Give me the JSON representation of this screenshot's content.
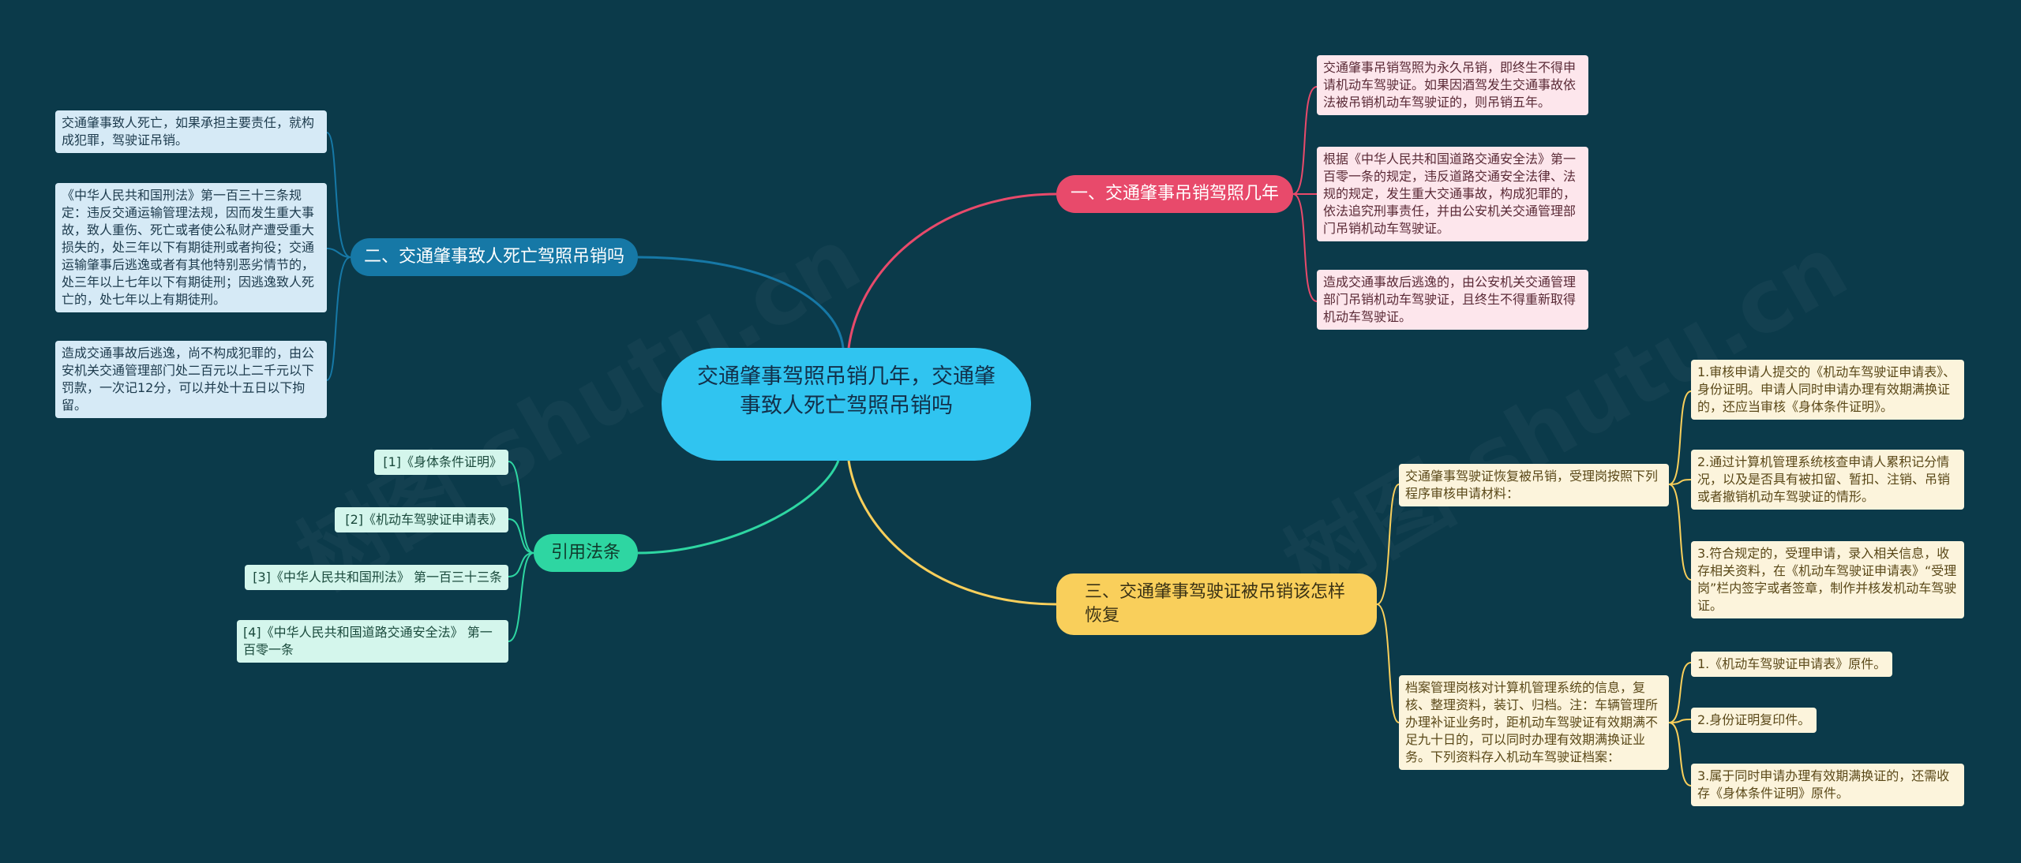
{
  "root": {
    "text": "交通肇事驾照吊销几年，交通肇事致人死亡驾照吊销吗"
  },
  "branches": {
    "b1": {
      "label": "一、交通肇事吊销驾照几年",
      "color": "#e84a6b"
    },
    "b2": {
      "label": "二、交通肇事致人死亡驾照吊销吗",
      "color": "#1678a6"
    },
    "b3": {
      "label": "三、交通肇事驾驶证被吊销该怎样恢复",
      "color": "#f9cf5b"
    },
    "b4": {
      "label": "引用法条",
      "color": "#2ed6a2"
    }
  },
  "b1_leaves": [
    "交通肇事吊销驾照为永久吊销，即终生不得申请机动车驾驶证。如果因酒驾发生交通事故依法被吊销机动车驾驶证的，则吊销五年。",
    "根据《中华人民共和国道路交通安全法》第一百零一条的规定，违反道路交通安全法律、法规的规定，发生重大交通事故，构成犯罪的，依法追究刑事责任，并由公安机关交通管理部门吊销机动车驾驶证。",
    "造成交通事故后逃逸的，由公安机关交通管理部门吊销机动车驾驶证，且终生不得重新取得机动车驾驶证。"
  ],
  "b2_leaves": [
    "交通肇事致人死亡，如果承担主要责任，就构成犯罪，驾驶证吊销。",
    "《中华人民共和国刑法》第一百三十三条规定：违反交通运输管理法规，因而发生重大事故，致人重伤、死亡或者使公私财产遭受重大损失的，处三年以下有期徒刑或者拘役；交通运输肇事后逃逸或者有其他特别恶劣情节的，处三年以上七年以下有期徒刑；因逃逸致人死亡的，处七年以上有期徒刑。",
    "造成交通事故后逃逸，尚不构成犯罪的，由公安机关交通管理部门处二百元以上二千元以下罚款，一次记12分，可以并处十五日以下拘留。"
  ],
  "b3_mid": [
    "交通肇事驾驶证恢复被吊销，受理岗按照下列程序审核申请材料：",
    "档案管理岗核对计算机管理系统的信息，复核、整理资料，装订、归档。注：车辆管理所办理补证业务时，距机动车驾驶证有效期满不足九十日的，可以同时办理有效期满换证业务。下列资料存入机动车驾驶证档案："
  ],
  "b3_sub1": [
    "1.审核申请人提交的《机动车驾驶证申请表》、身份证明。申请人同时申请办理有效期满换证的，还应当审核《身体条件证明》。",
    "2.通过计算机管理系统核查申请人累积记分情况，以及是否具有被扣留、暂扣、注销、吊销或者撤销机动车驾驶证的情形。",
    "3.符合规定的，受理申请，录入相关信息，收存相关资料，在《机动车驾驶证申请表》“受理岗”栏内签字或者签章，制作并核发机动车驾驶证。"
  ],
  "b3_sub2": [
    "1.《机动车驾驶证申请表》原件。",
    "2.身份证明复印件。",
    "3.属于同时申请办理有效期满换证的，还需收存《身体条件证明》原件。"
  ],
  "b4_leaves": [
    "[1]《身体条件证明》",
    "[2]《机动车驾驶证申请表》",
    "[3]《中华人民共和国刑法》 第一百三十三条",
    "[4]《中华人民共和国道路交通安全法》 第一百零一条"
  ],
  "watermark": "树图 shutu.cn"
}
